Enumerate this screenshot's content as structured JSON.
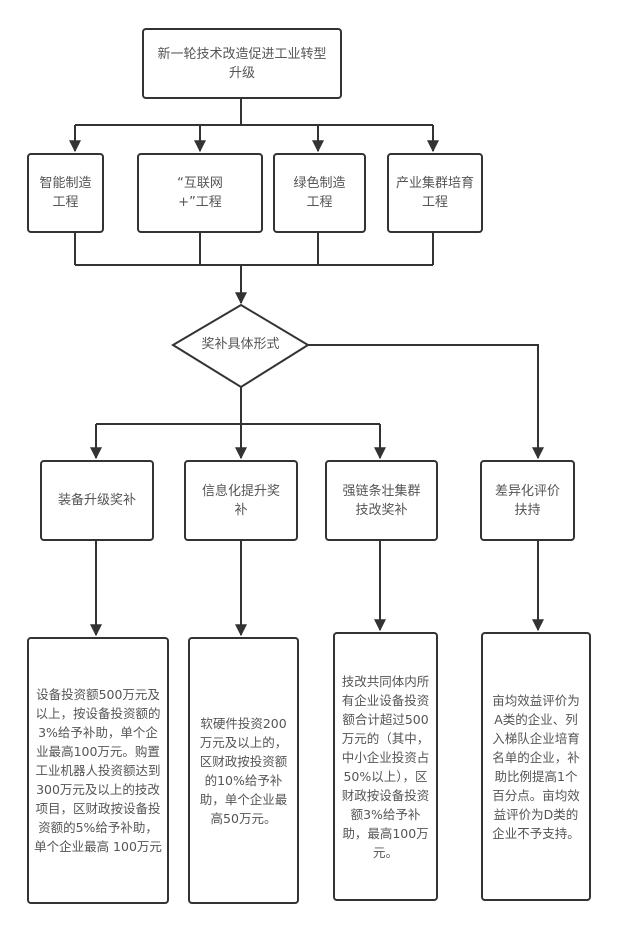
{
  "colors": {
    "stroke": "#333333",
    "text": "#555555",
    "background": "#ffffff"
  },
  "root": {
    "label": "新一轮技术改造促进工业转型升级"
  },
  "projects": [
    {
      "label": "智能制造工程"
    },
    {
      "label": "“互联网+”工程"
    },
    {
      "label": "绿色制造工程"
    },
    {
      "label": "产业集群培育工程"
    }
  ],
  "decision": {
    "label": "奖补具体形式"
  },
  "subsidies": [
    {
      "label": "装备升级奖补",
      "detail": "设备投资额500万元及以上，按设备投资额的3%给予补助，单个企业最高100万元。购置工业机器人投资额达到300万元及以上的技改项目，区财政按设备投资额的5%给予补助，单个企业最高 100万元"
    },
    {
      "label": "信息化提升奖补",
      "detail": "软硬件投资200万元及以上的，区财政按投资额的10%给予补助，单个企业最高50万元。"
    },
    {
      "label": "强链条壮集群技改奖补",
      "detail": "技改共同体内所有企业设备投资额合计超过500万元的（其中，中小企业投资占50%以上），区财政按设备投资额3%给予补助，最高100万元。"
    },
    {
      "label": "差异化评价扶持",
      "detail": "亩均效益评价为A类的企业、列入梯队企业培育名单的企业，补助比例提高1个百分点。亩均效益评价为D类的企业不予支持。"
    }
  ]
}
